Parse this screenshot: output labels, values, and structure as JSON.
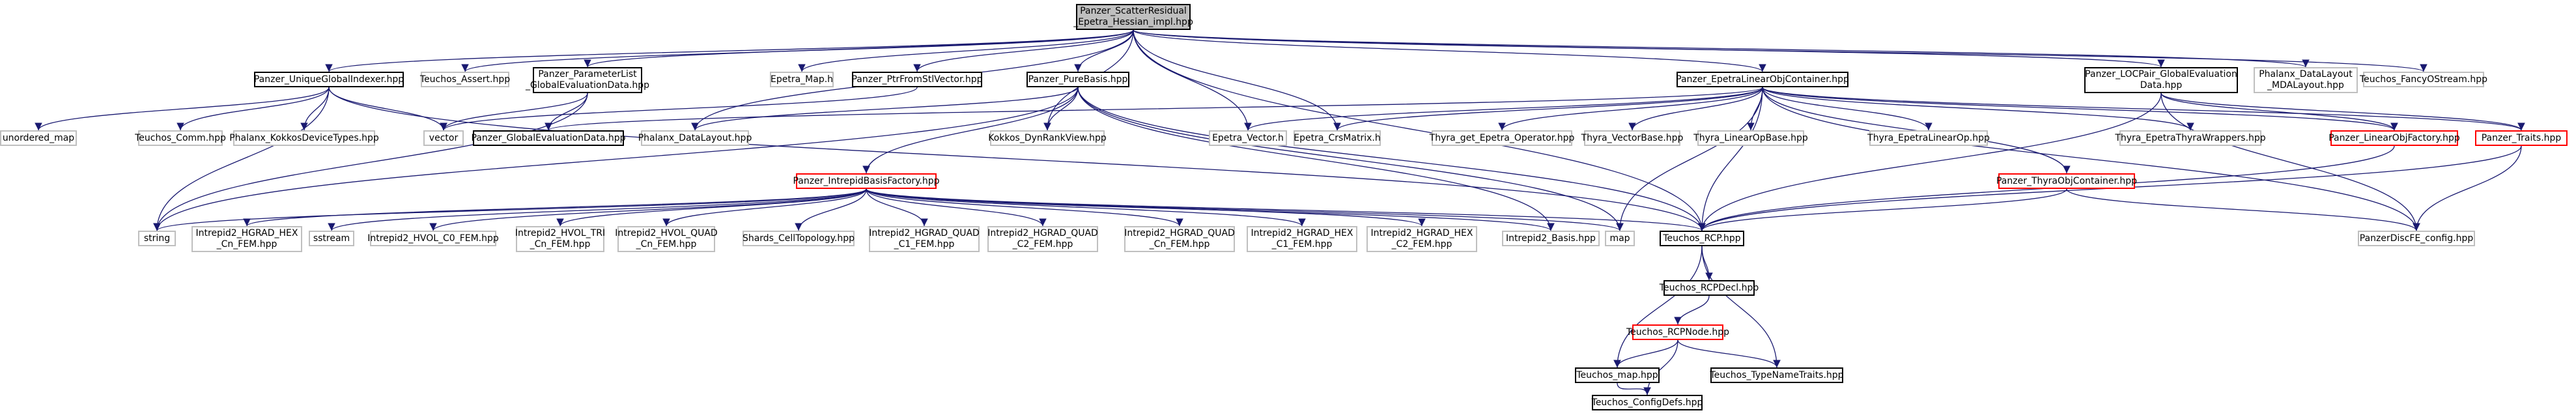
{
  "graph": {
    "colors": {
      "edge": "#191970",
      "border_documented": "#000000",
      "border_external": "#bfbfbf",
      "border_truncated": "#ff0000",
      "root_fill": "#bfbfbf"
    },
    "nodes": [
      {
        "id": "root",
        "lines": [
          "Panzer_ScatterResidual",
          "_Epetra_Hessian_impl.hpp"
        ],
        "kind": "root"
      },
      {
        "id": "ugi",
        "lines": [
          "Panzer_UniqueGlobalIndexer.hpp"
        ],
        "kind": "documented"
      },
      {
        "id": "asset",
        "lines": [
          "Teuchos_Assert.hpp"
        ],
        "kind": "external"
      },
      {
        "id": "plist",
        "lines": [
          "Panzer_ParameterList",
          "_GlobalEvaluationData.hpp"
        ],
        "kind": "documented"
      },
      {
        "id": "emap",
        "lines": [
          "Epetra_Map.h"
        ],
        "kind": "external"
      },
      {
        "id": "ptrfrom",
        "lines": [
          "Panzer_PtrFromStlVector.hpp"
        ],
        "kind": "documented"
      },
      {
        "id": "purebasis",
        "lines": [
          "Panzer_PureBasis.hpp"
        ],
        "kind": "documented"
      },
      {
        "id": "eloc",
        "lines": [
          "Panzer_EpetraLinearObjContainer.hpp"
        ],
        "kind": "documented"
      },
      {
        "id": "locpair",
        "lines": [
          "Panzer_LOCPair_GlobalEvaluation",
          "Data.hpp"
        ],
        "kind": "documented"
      },
      {
        "id": "mdalayout",
        "lines": [
          "Phalanx_DataLayout",
          "_MDALayout.hpp"
        ],
        "kind": "external"
      },
      {
        "id": "fancy",
        "lines": [
          "Teuchos_FancyOStream.hpp"
        ],
        "kind": "external"
      },
      {
        "id": "unordered",
        "lines": [
          "unordered_map"
        ],
        "kind": "external"
      },
      {
        "id": "comm",
        "lines": [
          "Teuchos_Comm.hpp"
        ],
        "kind": "external"
      },
      {
        "id": "kokkosdev",
        "lines": [
          "Phalanx_KokkosDeviceTypes.hpp"
        ],
        "kind": "external"
      },
      {
        "id": "vector",
        "lines": [
          "vector"
        ],
        "kind": "external"
      },
      {
        "id": "ged",
        "lines": [
          "Panzer_GlobalEvaluationData.hpp"
        ],
        "kind": "documented"
      },
      {
        "id": "pdl",
        "lines": [
          "Phalanx_DataLayout.hpp"
        ],
        "kind": "external"
      },
      {
        "id": "ibf",
        "lines": [
          "Panzer_IntrepidBasisFactory.hpp"
        ],
        "kind": "truncated"
      },
      {
        "id": "dynrank",
        "lines": [
          "Kokkos_DynRankView.hpp"
        ],
        "kind": "external"
      },
      {
        "id": "evec",
        "lines": [
          "Epetra_Vector.h"
        ],
        "kind": "external"
      },
      {
        "id": "ecrs",
        "lines": [
          "Epetra_CrsMatrix.h"
        ],
        "kind": "external"
      },
      {
        "id": "tgeo",
        "lines": [
          "Thyra_get_Epetra_Operator.hpp"
        ],
        "kind": "external"
      },
      {
        "id": "tvb",
        "lines": [
          "Thyra_VectorBase.hpp"
        ],
        "kind": "external"
      },
      {
        "id": "tlob",
        "lines": [
          "Thyra_LinearOpBase.hpp"
        ],
        "kind": "external"
      },
      {
        "id": "telo",
        "lines": [
          "Thyra_EpetraLinearOp.hpp"
        ],
        "kind": "external"
      },
      {
        "id": "ptoc",
        "lines": [
          "Panzer_ThyraObjContainer.hpp"
        ],
        "kind": "truncated"
      },
      {
        "id": "tetw",
        "lines": [
          "Thyra_EpetraThyraWrappers.hpp"
        ],
        "kind": "external"
      },
      {
        "id": "plof",
        "lines": [
          "Panzer_LinearObjFactory.hpp"
        ],
        "kind": "truncated"
      },
      {
        "id": "ptraits",
        "lines": [
          "Panzer_Traits.hpp"
        ],
        "kind": "truncated"
      },
      {
        "id": "string",
        "lines": [
          "string"
        ],
        "kind": "external"
      },
      {
        "id": "hgradhexcn",
        "lines": [
          "Intrepid2_HGRAD_HEX",
          "_Cn_FEM.hpp"
        ],
        "kind": "external"
      },
      {
        "id": "sstream",
        "lines": [
          "sstream"
        ],
        "kind": "external"
      },
      {
        "id": "hvolc0",
        "lines": [
          "Intrepid2_HVOL_C0_FEM.hpp"
        ],
        "kind": "external"
      },
      {
        "id": "hvoltri",
        "lines": [
          "Intrepid2_HVOL_TRI",
          "_Cn_FEM.hpp"
        ],
        "kind": "external"
      },
      {
        "id": "hvolquad",
        "lines": [
          "Intrepid2_HVOL_QUAD",
          "_Cn_FEM.hpp"
        ],
        "kind": "external"
      },
      {
        "id": "shards",
        "lines": [
          "Shards_CellTopology.hpp"
        ],
        "kind": "external"
      },
      {
        "id": "hgquadc1",
        "lines": [
          "Intrepid2_HGRAD_QUAD",
          "_C1_FEM.hpp"
        ],
        "kind": "external"
      },
      {
        "id": "hgquadc2",
        "lines": [
          "Intrepid2_HGRAD_QUAD",
          "_C2_FEM.hpp"
        ],
        "kind": "external"
      },
      {
        "id": "hgquadcn",
        "lines": [
          "Intrepid2_HGRAD_QUAD",
          "_Cn_FEM.hpp"
        ],
        "kind": "external"
      },
      {
        "id": "hghexc1",
        "lines": [
          "Intrepid2_HGRAD_HEX",
          "_C1_FEM.hpp"
        ],
        "kind": "external"
      },
      {
        "id": "hghexc2",
        "lines": [
          "Intrepid2_HGRAD_HEX",
          "_C2_FEM.hpp"
        ],
        "kind": "external"
      },
      {
        "id": "i2basis",
        "lines": [
          "Intrepid2_Basis.hpp"
        ],
        "kind": "external"
      },
      {
        "id": "map",
        "lines": [
          "map"
        ],
        "kind": "external"
      },
      {
        "id": "rcp",
        "lines": [
          "Teuchos_RCP.hpp"
        ],
        "kind": "documented"
      },
      {
        "id": "dfeconfig",
        "lines": [
          "PanzerDiscFE_config.hpp"
        ],
        "kind": "external"
      },
      {
        "id": "rcpdecl",
        "lines": [
          "Teuchos_RCPDecl.hpp"
        ],
        "kind": "documented"
      },
      {
        "id": "rcpnode",
        "lines": [
          "Teuchos_RCPNode.hpp"
        ],
        "kind": "truncated"
      },
      {
        "id": "tmap",
        "lines": [
          "Teuchos_map.hpp"
        ],
        "kind": "documented"
      },
      {
        "id": "tnt",
        "lines": [
          "Teuchos_TypeNameTraits.hpp"
        ],
        "kind": "documented"
      },
      {
        "id": "cdefs",
        "lines": [
          "Teuchos_ConfigDefs.hpp"
        ],
        "kind": "documented"
      }
    ],
    "edges": [
      [
        "root",
        "ugi"
      ],
      [
        "root",
        "asset"
      ],
      [
        "root",
        "plist"
      ],
      [
        "root",
        "emap"
      ],
      [
        "root",
        "ptrfrom"
      ],
      [
        "root",
        "purebasis"
      ],
      [
        "root",
        "eloc"
      ],
      [
        "root",
        "locpair"
      ],
      [
        "root",
        "mdalayout"
      ],
      [
        "root",
        "fancy"
      ],
      [
        "root",
        "evec"
      ],
      [
        "root",
        "ecrs"
      ],
      [
        "root",
        "rcp"
      ],
      [
        "root",
        "pdl"
      ],
      [
        "root",
        "dynrank"
      ],
      [
        "ugi",
        "unordered"
      ],
      [
        "ugi",
        "comm"
      ],
      [
        "ugi",
        "kokkosdev"
      ],
      [
        "ugi",
        "vector"
      ],
      [
        "ugi",
        "string"
      ],
      [
        "ugi",
        "rcp"
      ],
      [
        "plist",
        "ged"
      ],
      [
        "plist",
        "string"
      ],
      [
        "plist",
        "vector"
      ],
      [
        "ptrfrom",
        "vector"
      ],
      [
        "purebasis",
        "pdl"
      ],
      [
        "purebasis",
        "ibf"
      ],
      [
        "purebasis",
        "dynrank"
      ],
      [
        "purebasis",
        "string"
      ],
      [
        "purebasis",
        "map"
      ],
      [
        "purebasis",
        "rcp"
      ],
      [
        "purebasis",
        "i2basis"
      ],
      [
        "ibf",
        "string"
      ],
      [
        "ibf",
        "hgradhexcn"
      ],
      [
        "ibf",
        "sstream"
      ],
      [
        "ibf",
        "hvolc0"
      ],
      [
        "ibf",
        "hvoltri"
      ],
      [
        "ibf",
        "hvolquad"
      ],
      [
        "ibf",
        "shards"
      ],
      [
        "ibf",
        "hgquadc1"
      ],
      [
        "ibf",
        "hgquadc2"
      ],
      [
        "ibf",
        "hgquadcn"
      ],
      [
        "ibf",
        "hghexc1"
      ],
      [
        "ibf",
        "hghexc2"
      ],
      [
        "ibf",
        "i2basis"
      ],
      [
        "ibf",
        "map"
      ],
      [
        "ibf",
        "rcp"
      ],
      [
        "eloc",
        "evec"
      ],
      [
        "eloc",
        "ecrs"
      ],
      [
        "eloc",
        "tgeo"
      ],
      [
        "eloc",
        "tvb"
      ],
      [
        "eloc",
        "tlob"
      ],
      [
        "eloc",
        "telo"
      ],
      [
        "eloc",
        "ptoc"
      ],
      [
        "eloc",
        "tetw"
      ],
      [
        "eloc",
        "plof"
      ],
      [
        "eloc",
        "ptraits"
      ],
      [
        "eloc",
        "dfeconfig"
      ],
      [
        "eloc",
        "rcp"
      ],
      [
        "eloc",
        "ged"
      ],
      [
        "eloc",
        "map"
      ],
      [
        "locpair",
        "plof"
      ],
      [
        "locpair",
        "ptraits"
      ],
      [
        "locpair",
        "dfeconfig"
      ],
      [
        "locpair",
        "rcp"
      ],
      [
        "ptoc",
        "rcp"
      ],
      [
        "ptoc",
        "dfeconfig"
      ],
      [
        "plof",
        "rcp"
      ],
      [
        "ptraits",
        "rcp"
      ],
      [
        "ptraits",
        "dfeconfig"
      ],
      [
        "rcp",
        "rcpdecl"
      ],
      [
        "rcp",
        "tmap"
      ],
      [
        "rcp",
        "tnt"
      ],
      [
        "rcpdecl",
        "rcpnode"
      ],
      [
        "rcpnode",
        "tmap"
      ],
      [
        "rcpnode",
        "tnt"
      ],
      [
        "rcpnode",
        "cdefs"
      ],
      [
        "tmap",
        "cdefs"
      ]
    ]
  }
}
